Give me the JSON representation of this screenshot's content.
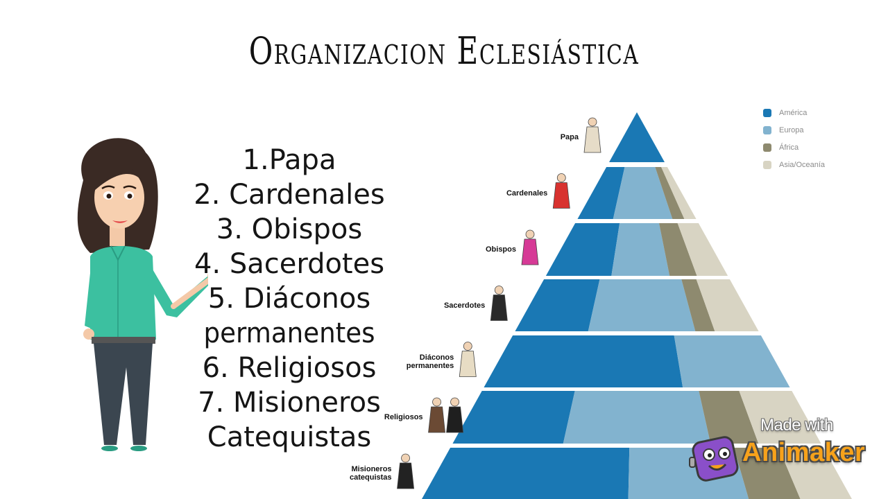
{
  "title": "Organizacion Eclesiástica",
  "ranks": [
    "1.Papa",
    "2. Cardenales",
    "3. Obispos",
    "4. Sacerdotes",
    "5. Diáconos",
    "permanentes",
    "6. Religiosos",
    "7. Misioneros",
    "Catequistas"
  ],
  "levels": [
    {
      "label": "Papa",
      "america": 1.0,
      "europa": 0.0,
      "africa": 0.0,
      "asia": 0.0
    },
    {
      "label": "Cardenales",
      "america": 0.3,
      "europa": 0.5,
      "africa": 0.1,
      "asia": 0.1
    },
    {
      "label": "Obispos",
      "america": 0.36,
      "europa": 0.32,
      "africa": 0.15,
      "asia": 0.17
    },
    {
      "label": "Sacerdotes",
      "america": 0.3,
      "europa": 0.44,
      "africa": 0.08,
      "asia": 0.18
    },
    {
      "label": "Diáconos\npermanentes",
      "america": 0.65,
      "europa": 0.35,
      "africa": 0.0,
      "asia": 0.0
    },
    {
      "label": "Religiosos",
      "america": 0.3,
      "europa": 0.4,
      "africa": 0.13,
      "asia": 0.17
    },
    {
      "label": "Misioneros\ncatequistas",
      "america": 0.48,
      "europa": 0.28,
      "africa": 0.12,
      "asia": 0.12
    }
  ],
  "legend": [
    {
      "label": "América",
      "color": "#1a78b4"
    },
    {
      "label": "Europa",
      "color": "#82b3cf"
    },
    {
      "label": "África",
      "color": "#8e8a6f"
    },
    {
      "label": "Asia/Oceanía",
      "color": "#d8d4c3"
    }
  ],
  "figure_colors": [
    "#e6dcc8",
    "#d8322f",
    "#d63a96",
    "#2a2a2a",
    "#e7dcc4",
    "#6b4a34",
    "#222222"
  ],
  "icons": {
    "teacher": "teacher-avatar-icon",
    "animaker_logo": "animaker-logo-icon"
  },
  "watermark": {
    "made_with": "Made with",
    "brand": "Animaker"
  }
}
